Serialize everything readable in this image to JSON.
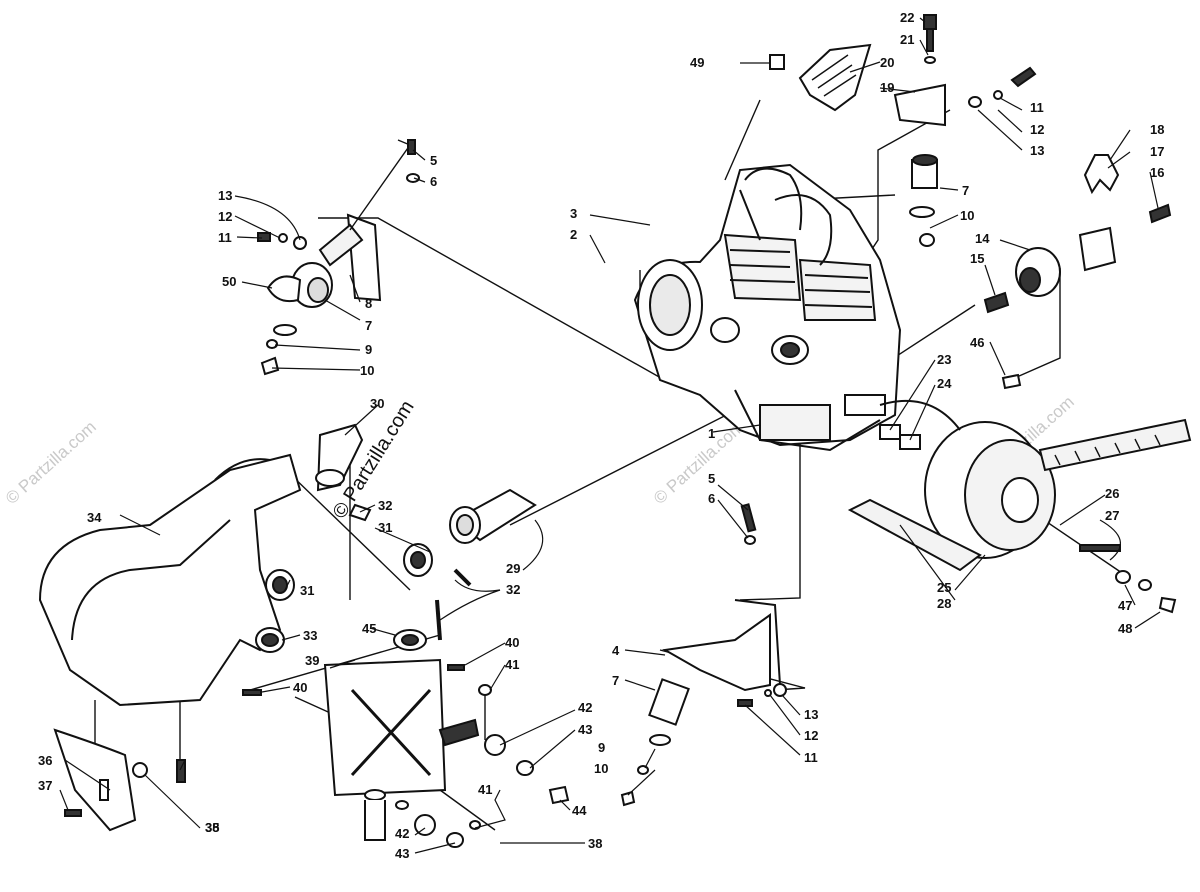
{
  "watermarks": {
    "text": "© Partzilla.com"
  },
  "callouts": {
    "c1": "1",
    "c2": "2",
    "c3": "3",
    "c4": "4",
    "c5a": "5",
    "c5b": "5",
    "c6a": "6",
    "c6b": "6",
    "c7a": "7",
    "c7b": "7",
    "c7c": "7",
    "c8": "8",
    "c9a": "9",
    "c9b": "9",
    "c10a": "10",
    "c10b": "10",
    "c10c": "10",
    "c11a": "11",
    "c11b": "11",
    "c11c": "11",
    "c12a": "12",
    "c12b": "12",
    "c12c": "12",
    "c13a": "13",
    "c13b": "13",
    "c13c": "13",
    "c14": "14",
    "c15": "15",
    "c16": "16",
    "c17": "17",
    "c18": "18",
    "c19": "19",
    "c20": "20",
    "c21": "21",
    "c22": "22",
    "c23": "23",
    "c24": "24",
    "c25": "25",
    "c26": "26",
    "c27": "27",
    "c28": "28",
    "c29": "29",
    "c30": "30",
    "c31a": "31",
    "c31b": "31",
    "c32a": "32",
    "c32b": "32",
    "c33": "33",
    "c34": "34",
    "c35": "35",
    "c36": "36",
    "c37": "37",
    "c38a": "38",
    "c38b": "38",
    "c39": "39",
    "c40a": "40",
    "c40b": "40",
    "c41a": "41",
    "c41b": "41",
    "c42a": "42",
    "c42b": "42",
    "c43a": "43",
    "c43b": "43",
    "c44": "44",
    "c45": "45",
    "c46": "46",
    "c47": "47",
    "c48": "48",
    "c49": "49",
    "c50": "50"
  },
  "colors": {
    "ink": "#111111",
    "watermark": "#c9c9c9",
    "background": "#ffffff"
  }
}
